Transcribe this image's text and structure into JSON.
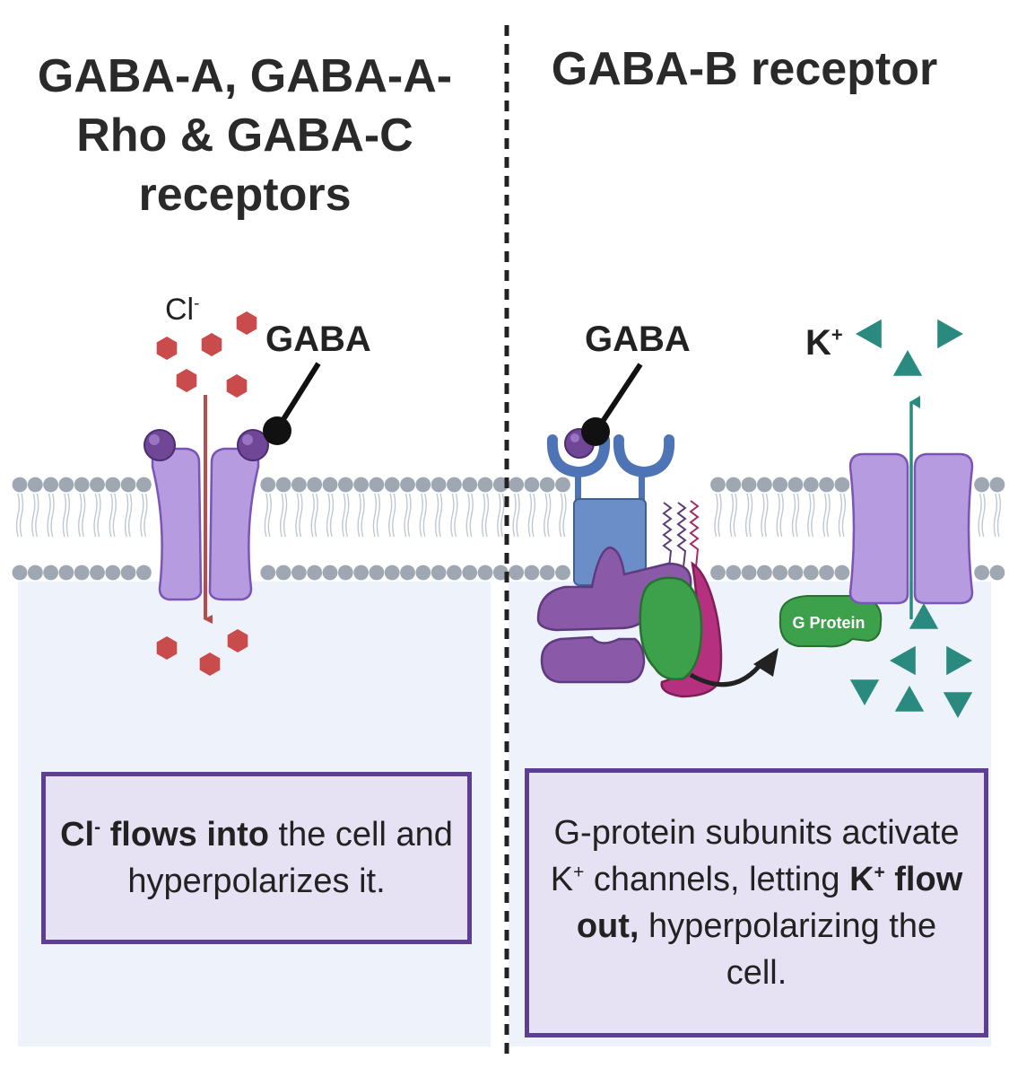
{
  "left_panel": {
    "title": "GABA-A, GABA-A-Rho & GABA-C receptors",
    "ion_label": "Cl",
    "ion_charge": "-",
    "ligand_label": "GABA",
    "caption_ion": "Cl",
    "caption_ion_charge": "-",
    "caption_bold": "flows into",
    "caption_rest_1": "the",
    "caption_rest_2": "cell and hyperpolarizes it."
  },
  "right_panel": {
    "title": "GABA-B receptor",
    "ligand_label": "GABA",
    "ion_label": "K",
    "ion_charge": "+",
    "gprotein_label": "G Protein",
    "caption_1": "G-protein subunits activate K",
    "caption_1_charge": "+",
    "caption_2": "channels, letting",
    "caption_bold_ion": "K",
    "caption_bold_charge": "+",
    "caption_bold": "flow out,",
    "caption_3": "hyperpolarizing the cell."
  },
  "colors": {
    "chloride": "#c94b4b",
    "potassium": "#2a8a80",
    "channel": "#b79be0",
    "channel_edge": "#7a55b5",
    "receptor_blue": "#6b8ec8",
    "g_alpha": "#3da04a",
    "g_gamma": "#b5307f",
    "g_beta": "#8a5aa8",
    "gaba_ligand": "#111111",
    "membrane_head": "#9ea7b2",
    "cytoplasm": "#eef2fa",
    "divider": "#222222"
  }
}
